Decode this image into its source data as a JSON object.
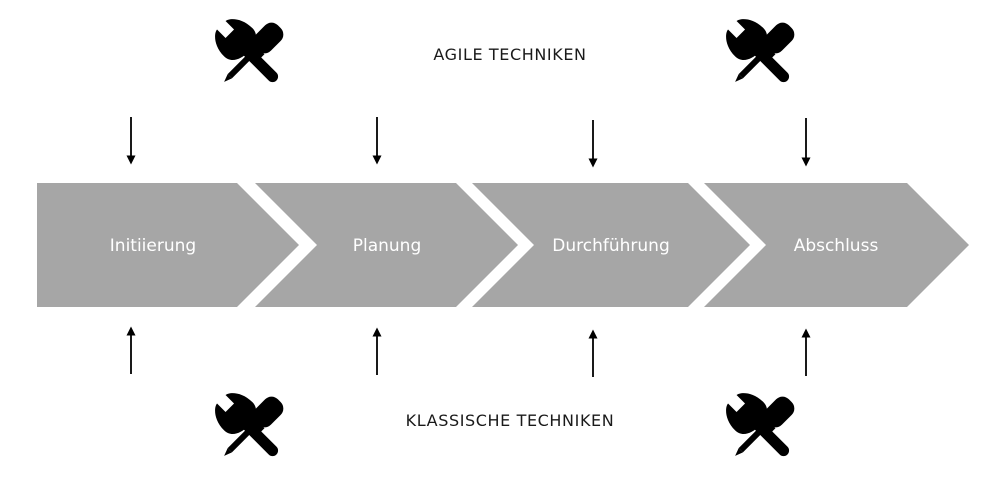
{
  "top_label": "AGILE TECHNIKEN",
  "bottom_label": "KLASSISCHE TECHNIKEN",
  "phases": [
    {
      "label": "Initiierung"
    },
    {
      "label": "Planung"
    },
    {
      "label": "Durchführung"
    },
    {
      "label": "Abschluss"
    }
  ],
  "tool_icon": "wrench-screwdriver-icon",
  "colors": {
    "phase_fill": "#a6a6a6",
    "phase_text": "#ffffff",
    "ink": "#000000"
  }
}
